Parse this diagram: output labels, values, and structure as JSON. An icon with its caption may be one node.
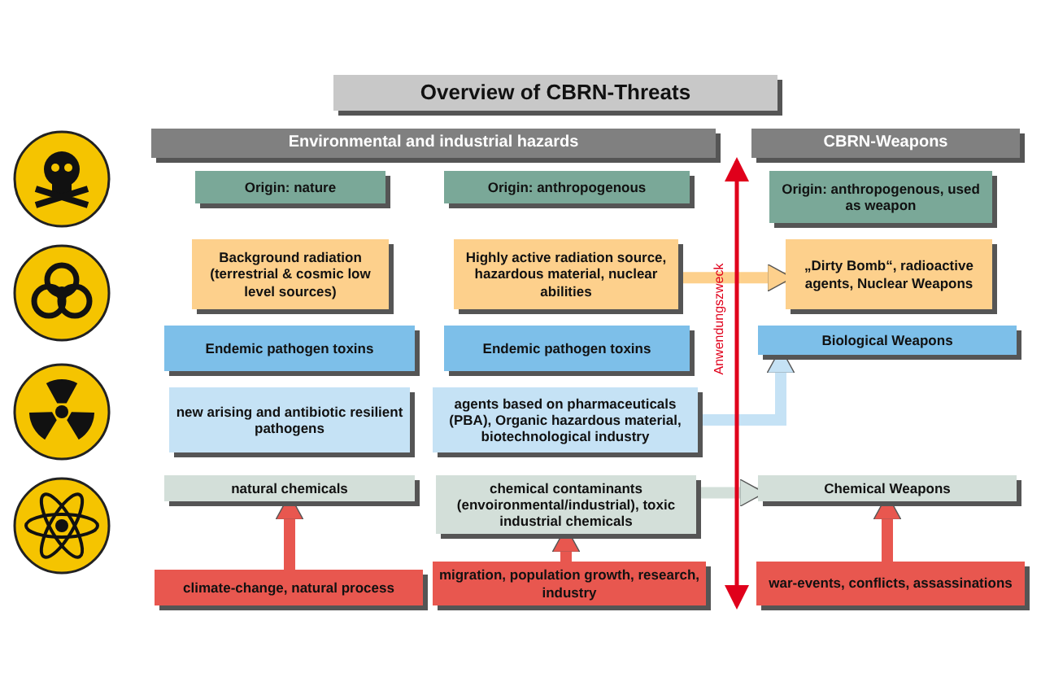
{
  "diagram": {
    "title": "Overview of CBRN-Threats",
    "nodes": [
      {
        "text": [
          "Environmental and industrial hazards"
        ]
      },
      {
        "text": [
          "CBRN-Weapons"
        ]
      },
      {
        "text": [
          "Origin: nature"
        ]
      },
      {
        "text": [
          "Origin: anthropogenous"
        ]
      },
      {
        "text": [
          "Origin: anthropogenous, used as weapon"
        ]
      },
      {
        "text": [
          "Background radiation (terrestrial & cosmic low level sources)"
        ]
      },
      {
        "text": [
          "Highly active radiation source, hazardous material, nuclear abilities"
        ]
      },
      {
        "text": [
          "„Dirty Bomb“, radioactive agents, Nuclear Weapons"
        ]
      },
      {
        "text": [
          "Endemic pathogen toxins"
        ]
      },
      {
        "text": [
          "Endemic pathogen toxins"
        ]
      },
      {
        "text": [
          "Biological Weapons"
        ]
      },
      {
        "text": [
          "new arising and antibiotic resilient pathogens"
        ]
      },
      {
        "text": [
          "agents based on pharmaceuticals (PBA), Organic hazardous material, biotechnological industry"
        ]
      },
      {
        "text": [
          "natural chemicals"
        ]
      },
      {
        "text": [
          "chemical contaminants (envoironmental/industrial), toxic industrial chemicals"
        ]
      },
      {
        "text": [
          "Chemical Weapons"
        ]
      },
      {
        "text": [
          "climate-change, natural process"
        ]
      },
      {
        "text": [
          "migration, population growth, research, industry"
        ]
      },
      {
        "text": [
          "war-events, conflicts, assassinations"
        ]
      }
    ],
    "edges": [
      {
        "from": 6,
        "to": 7,
        "arrow": "to",
        "color": "#fdd08c"
      },
      {
        "from": 12,
        "to": 10,
        "arrow": "to",
        "color": "#c5e2f5"
      },
      {
        "from": 14,
        "to": 15,
        "arrow": "to",
        "color": "#d3dfd9"
      },
      {
        "from": 16,
        "to": 13,
        "arrow": "to"
      },
      {
        "from": 17,
        "to": 14,
        "arrow": "to"
      },
      {
        "from": 18,
        "to": 15,
        "arrow": "to"
      },
      {
        "from": 1,
        "to": 18,
        "arrow": "both",
        "label": "Anwendungszweck",
        "color": "#e0001b"
      }
    ]
  }
}
